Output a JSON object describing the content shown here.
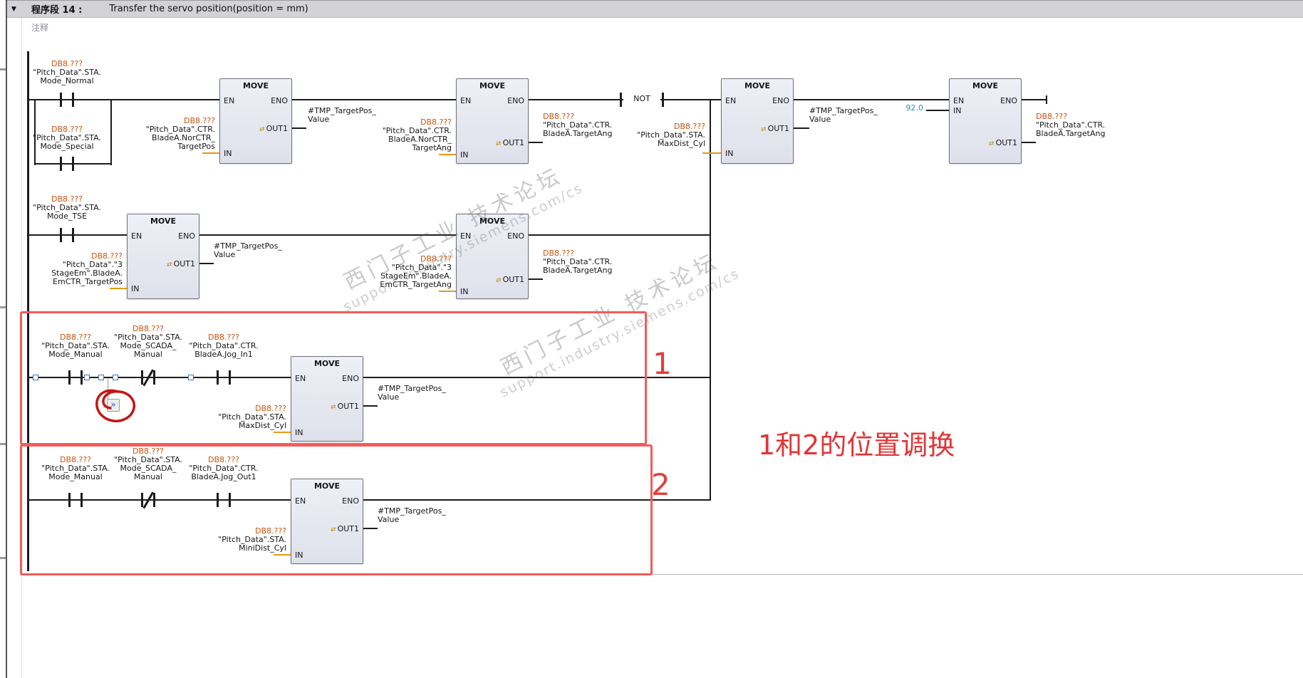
{
  "header": {
    "collapse_icon": "▼",
    "segment_label": "程序段 14 :",
    "title": "Transfer the servo position(position = mm)",
    "comment_placeholder": "注释"
  },
  "block_labels": {
    "title": "MOVE",
    "en": "EN",
    "eno": "ENO",
    "out1": "OUT1",
    "in": "IN"
  },
  "not_label": "NOT",
  "icons": {
    "conversion": "⇄"
  },
  "operands": {
    "r1c1": {
      "db": "DB8.???",
      "lines": [
        "\"Pitch_Data\".STA.",
        "Mode_Normal"
      ]
    },
    "r1c2": {
      "db": "DB8.???",
      "lines": [
        "\"Pitch_Data\".STA.",
        "Mode_Special"
      ]
    },
    "r2c1": {
      "db": "DB8.???",
      "lines": [
        "\"Pitch_Data\".STA.",
        "Mode_TSE"
      ]
    },
    "r3c1": {
      "db": "DB8.???",
      "lines": [
        "\"Pitch_Data\".STA.",
        "Mode_Manual"
      ]
    },
    "r3c2": {
      "db": "DB8.???",
      "lines": [
        "\"Pitch_Data\".STA.",
        "Mode_SCADA_",
        "Manual"
      ]
    },
    "r3c3": {
      "db": "DB8.???",
      "lines": [
        "\"Pitch_Data\".CTR.",
        "BladeA.Jog_In1"
      ]
    },
    "r4c1": {
      "db": "DB8.???",
      "lines": [
        "\"Pitch_Data\".STA.",
        "Mode_Manual"
      ]
    },
    "r4c2": {
      "db": "DB8.???",
      "lines": [
        "\"Pitch_Data\".STA.",
        "Mode_SCADA_",
        "Manual"
      ]
    },
    "r4c3": {
      "db": "DB8.???",
      "lines": [
        "\"Pitch_Data\".CTR.",
        "BladeA.Jog_Out1"
      ]
    },
    "b1_in": {
      "db": "DB8.???",
      "lines": [
        "\"Pitch_Data\".CTR.",
        "BladeA.NorCTR_",
        "TargetPos"
      ]
    },
    "b1_out": {
      "lines": [
        "#TMP_TargetPos_",
        "Value"
      ]
    },
    "b2_in": {
      "db": "DB8.???",
      "lines": [
        "\"Pitch_Data\".CTR.",
        "BladeA.NorCTR_",
        "TargetAng"
      ]
    },
    "b2_out": {
      "db": "DB8.???",
      "lines": [
        "\"Pitch_Data\".CTR.",
        "BladeA.TargetAng"
      ]
    },
    "b3_in": {
      "db": "DB8.???",
      "lines": [
        "\"Pitch_Data\".STA.",
        "MaxDist_Cyl"
      ]
    },
    "b3_out": {
      "lines": [
        "#TMP_TargetPos_",
        "Value"
      ]
    },
    "b4_in": {
      "value": "92.0"
    },
    "b4_out": {
      "db": "DB8.???",
      "lines": [
        "\"Pitch_Data\".CTR.",
        "BladeA.TargetAng"
      ]
    },
    "b5_in": {
      "db": "DB8.???",
      "lines": [
        "\"Pitch_Data\".\"3",
        "StageEm\".BladeA.",
        "EmCTR_TargetPos"
      ]
    },
    "b5_out": {
      "lines": [
        "#TMP_TargetPos_",
        "Value"
      ]
    },
    "b6_in": {
      "db": "DB8.???",
      "lines": [
        "\"Pitch_Data\".\"3",
        "StageEm\".BladeA.",
        "EmCTR_TargetAng"
      ]
    },
    "b6_out": {
      "db": "DB8.???",
      "lines": [
        "\"Pitch_Data\".CTR.",
        "BladeA.TargetAng"
      ]
    },
    "b7_in": {
      "db": "DB8.???",
      "lines": [
        "\"Pitch_Data\".STA.",
        "MaxDist_Cyl"
      ]
    },
    "b7_out": {
      "lines": [
        "#TMP_TargetPos_",
        "Value"
      ]
    },
    "b8_in": {
      "db": "DB8.???",
      "lines": [
        "\"Pitch_Data\".STA.",
        "MiniDist_Cyl"
      ]
    },
    "b8_out": {
      "lines": [
        "#TMP_TargetPos_",
        "Value"
      ]
    }
  },
  "annotations": {
    "region1": "1",
    "region2": "2",
    "note": "1和2的位置调换",
    "drag_icon": "»"
  },
  "watermark": {
    "line1": "西门子工业 技术论坛",
    "line2": "support.industry.siemens.com/cs"
  },
  "colors": {
    "annotation_red": "#f25c5c",
    "operand_db_orange": "#c7540f",
    "constant_teal": "#2d93b5",
    "conversion_stub_orange": "#e39b16",
    "header_gray": "#d3d2d7"
  }
}
